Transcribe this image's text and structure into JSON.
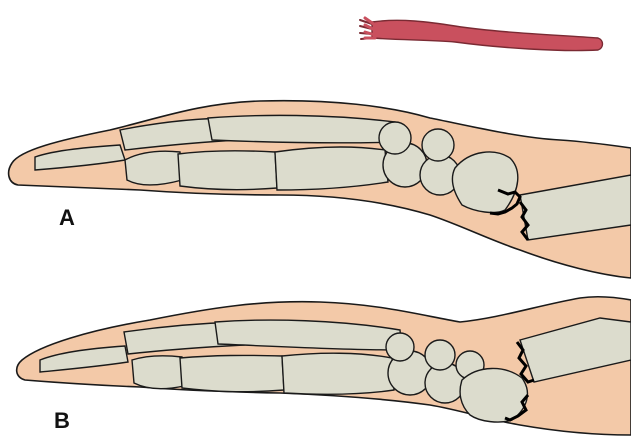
{
  "panels": [
    {
      "label": "A",
      "name": "fracture-displaced"
    },
    {
      "label": "B",
      "name": "fracture-alternate-displacement"
    }
  ],
  "colors": {
    "skin": "#f3c9a8",
    "bone": "#dcdccd",
    "outline": "#1a1a1a",
    "fracture": "#000000",
    "fork": "#c9505e"
  },
  "icons": {
    "fork": "dinner-fork-icon"
  }
}
